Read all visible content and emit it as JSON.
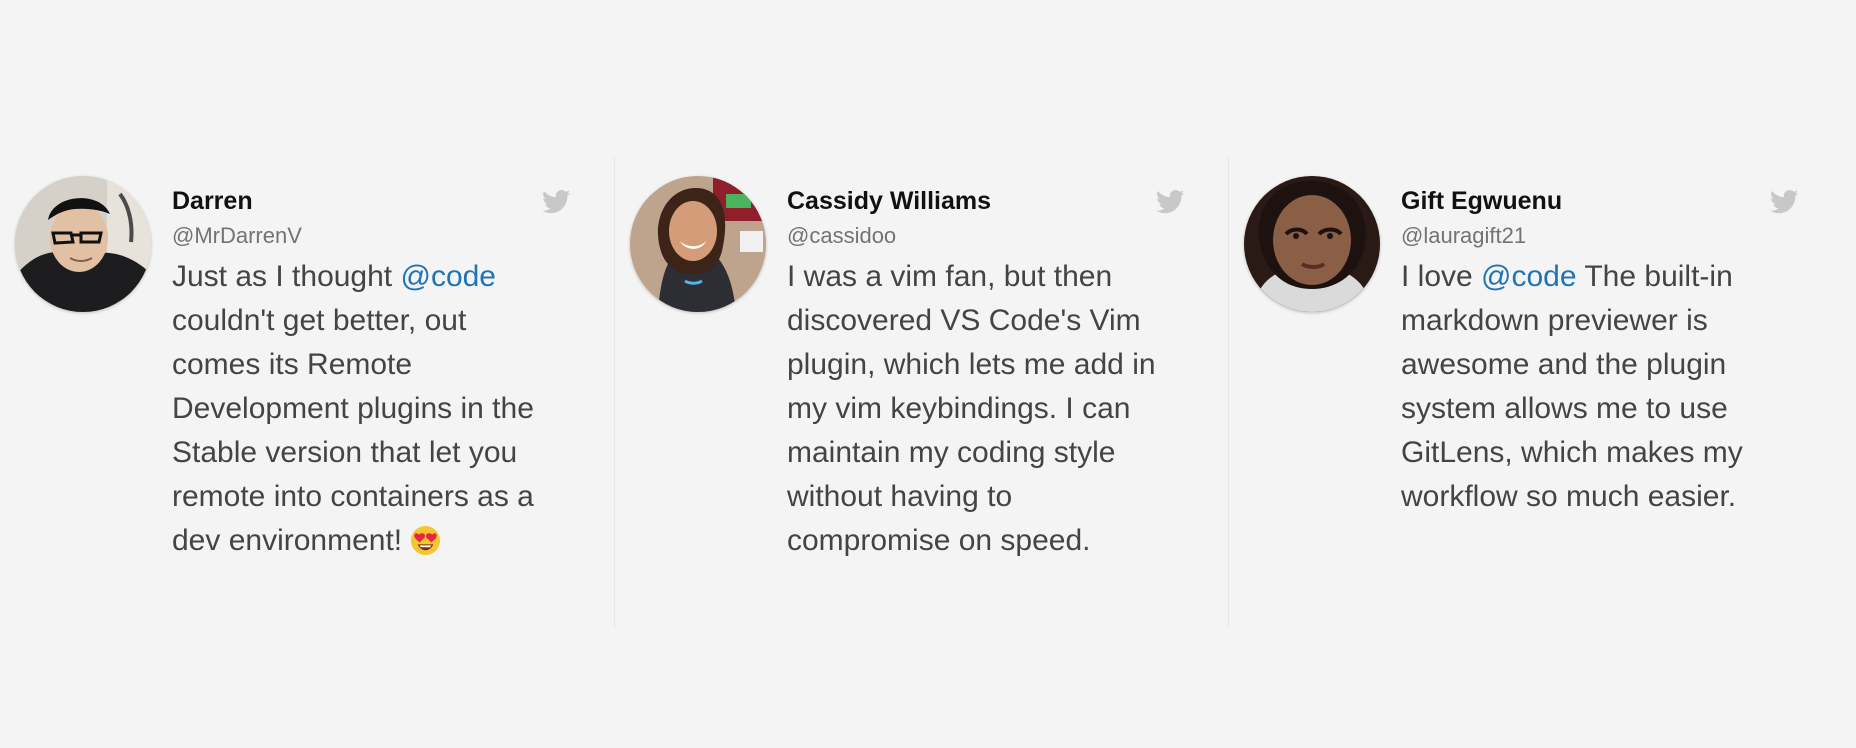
{
  "tweets": [
    {
      "name": "Darren",
      "handle": "@MrDarrenV",
      "text_parts": [
        "Just as I thought ",
        "@code",
        " couldn't get better, out comes its Remote Development plugins in the Stable version that let you remote into containers as a dev environment! "
      ],
      "emoji": "😍",
      "avatar_colors": [
        "#b9b5ad",
        "#5c5148",
        "#1f1f1f"
      ]
    },
    {
      "name": "Cassidy Williams",
      "handle": "@cassidoo",
      "text_parts": [
        "I was a vim fan, but then discovered VS Code's Vim plugin, which lets me add in my vim keybindings. I can maintain my coding style without having to compromise on speed."
      ],
      "avatar_colors": [
        "#b7a28f",
        "#3d2a22",
        "#7b4b3a"
      ]
    },
    {
      "name": "Gift Egwuenu",
      "handle": "@lauragift21",
      "text_parts": [
        "I love ",
        "@code",
        " The built-in markdown previewer is awesome and the plugin system allows me to use GitLens, which makes my workflow so much easier."
      ],
      "avatar_colors": [
        "#8b5e46",
        "#2b1a15",
        "#d9d9d9"
      ]
    }
  ],
  "icons": {
    "twitter": "twitter-bird-icon"
  },
  "colors": {
    "background": "#f4f4f4",
    "mention": "#1f73b7",
    "bird": "#c8c8c8"
  }
}
